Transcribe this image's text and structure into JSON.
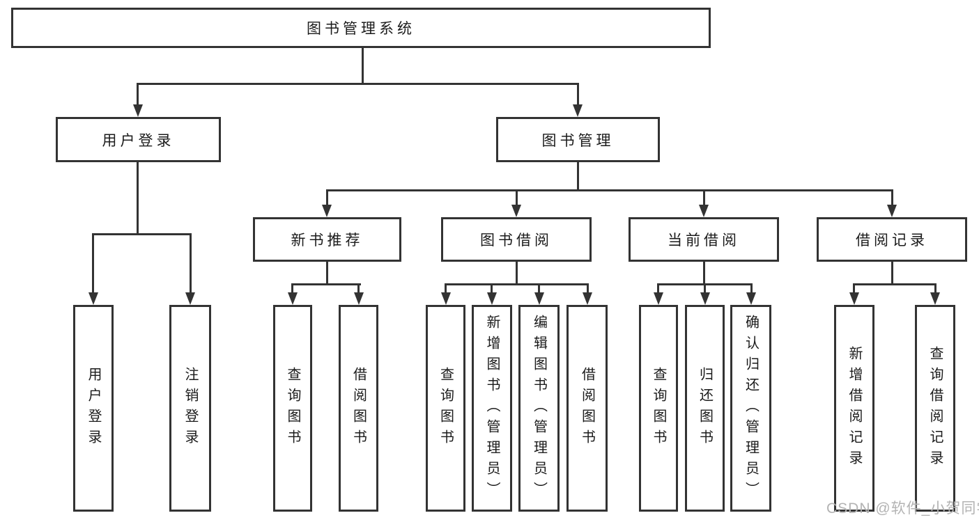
{
  "diagram": {
    "title_node": {
      "label": "图书管理系统"
    },
    "level2": [
      {
        "label": "用户登录"
      },
      {
        "label": "图书管理"
      }
    ],
    "level3": [
      {
        "label": "新书推荐",
        "parent": "图书管理"
      },
      {
        "label": "图书借阅",
        "parent": "图书管理"
      },
      {
        "label": "当前借阅",
        "parent": "图书管理"
      },
      {
        "label": "借阅记录",
        "parent": "图书管理"
      }
    ],
    "leaves": [
      {
        "label": "用户登录",
        "parent": "用户登录"
      },
      {
        "label": "注销登录",
        "parent": "用户登录"
      },
      {
        "label": "查询图书",
        "parent": "新书推荐"
      },
      {
        "label": "借阅图书",
        "parent": "新书推荐"
      },
      {
        "label": "查询图书",
        "parent": "图书借阅"
      },
      {
        "label": "新增图书（管理员）",
        "parent": "图书借阅"
      },
      {
        "label": "编辑图书（管理员）",
        "parent": "图书借阅"
      },
      {
        "label": "借阅图书",
        "parent": "图书借阅"
      },
      {
        "label": "查询图书",
        "parent": "当前借阅"
      },
      {
        "label": "归还图书",
        "parent": "当前借阅"
      },
      {
        "label": "确认归还（管理员）",
        "parent": "当前借阅"
      },
      {
        "label": "新增借阅记录",
        "parent": "借阅记录"
      },
      {
        "label": "查询借阅记录",
        "parent": "借阅记录"
      }
    ]
  },
  "watermark": {
    "text": "CSDN @软件_小贺同学"
  },
  "colors": {
    "line": "#333333",
    "text": "#1b1b1b",
    "background": "#ffffff",
    "watermark": "#b3b3b3"
  }
}
